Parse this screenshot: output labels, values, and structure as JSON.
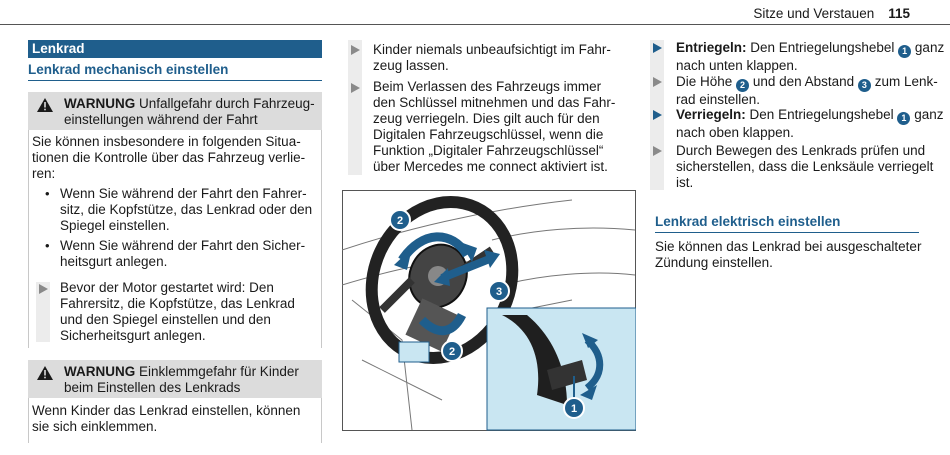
{
  "header": {
    "title": "Sitze und Verstauen",
    "page": "115"
  },
  "col1": {
    "section_title": "Lenkrad",
    "subsection_title": "Lenkrad mechanisch einstellen",
    "warning1": {
      "keyword": "WARNUNG",
      "text_line1": "Unfallgefahr durch Fahrzeug-",
      "text_line2": "einstellungen während der Fahrt"
    },
    "intro_lines": [
      "Sie können insbesondere in folgenden Situa-",
      "tionen die Kontrolle über das Fahrzeug verlie-",
      "ren:"
    ],
    "bullets": [
      [
        "Wenn Sie während der Fahrt den Fahrer-",
        "sitz, die Kopfstütze, das Lenkrad oder den",
        "Spiegel einstellen."
      ],
      [
        "Wenn Sie während der Fahrt den Sicher-",
        "heitsgurt anlegen."
      ]
    ],
    "action1_lines": [
      "Bevor der Motor gestartet wird: Den",
      "Fahrersitz, die Kopfstütze, das Lenkrad",
      "und den Spiegel einstellen und den",
      "Sicherheitsgurt anlegen."
    ],
    "warning2": {
      "keyword": "WARNUNG",
      "text_line1": "Einklemmgefahr für Kinder",
      "text_line2": "beim Einstellen des Lenkrads"
    },
    "warning2_body": [
      "Wenn Kinder das Lenkrad einstellen, können",
      "sie sich einklemmen."
    ]
  },
  "col2": {
    "action2_lines": [
      "Kinder niemals unbeaufsichtigt im Fahr-",
      "zeug lassen."
    ],
    "action3_lines": [
      "Beim Verlassen des Fahrzeugs immer",
      "den Schlüssel mitnehmen und das Fahr-",
      "zeug verriegeln. Dies gilt auch für den",
      "Digitalen Fahrzeugschlüssel, wenn die",
      "Funktion „Digitaler Fahrzeugschlüssel“",
      "über Mercedes me connect aktiviert ist."
    ],
    "figure_callouts": [
      "2",
      "3",
      "2",
      "1"
    ]
  },
  "col3": {
    "steps": [
      {
        "label": "Entriegeln:",
        "l1": "Den Entriegelungshebel",
        "num": "1",
        "l1b": "ganz",
        "l2": "nach unten klappen."
      },
      {
        "pre": "Die Höhe",
        "num_a": "2",
        "mid": "und den Abstand",
        "num_b": "3",
        "post": "zum Lenk-",
        "l2": "rad einstellen."
      },
      {
        "label": "Verriegeln:",
        "l1": "Den Entriegelungshebel",
        "num": "1",
        "l1b": "ganz",
        "l2": "nach oben klappen."
      },
      {
        "lines": [
          "Durch Bewegen des Lenkrads prüfen und",
          "sicherstellen, dass die Lenksäule verriegelt",
          "ist."
        ]
      }
    ],
    "section2_title": "Lenkrad elektrisch einstellen",
    "section2_lines": [
      "Sie können das Lenkrad bei ausgeschalteter",
      "Zündung einstellen."
    ]
  },
  "colors": {
    "accent": "#1f5e8c",
    "figure_bg": "#c9e6f2",
    "warning_bg": "#dcdcdc"
  }
}
